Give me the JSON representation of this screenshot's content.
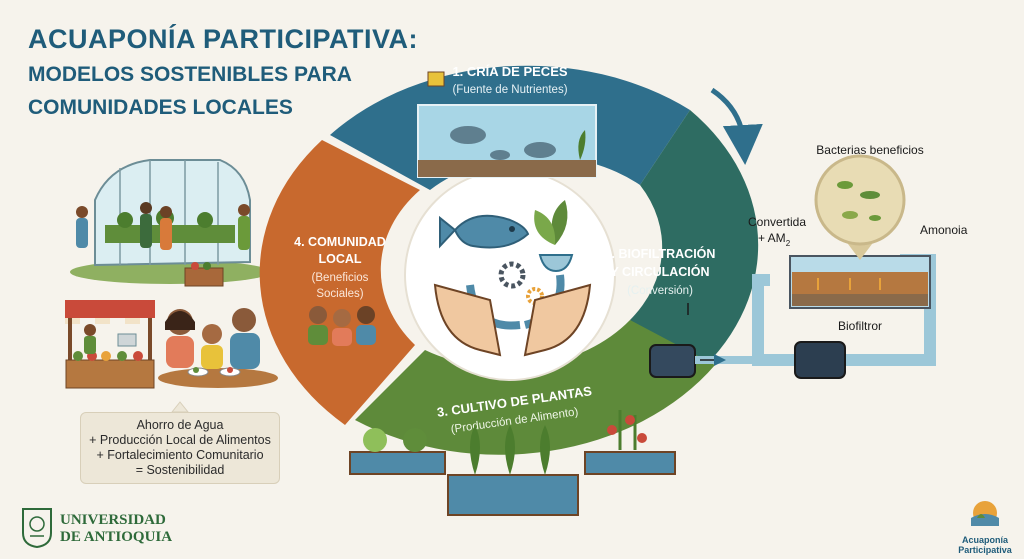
{
  "header": {
    "title_line1": "ACUAPONÍA PARTICIPATIVA:",
    "title_line2": "MODELOS SOSTENIBLES PARA",
    "title_line3": "COMUNIDADES LOCALES"
  },
  "cycle": {
    "stage1": {
      "title": "1. CRÍA DE PECES",
      "subtitle": "(Fuente de Nutrientes)",
      "color": "#2f6f8c"
    },
    "stage2": {
      "title_line1": "2. BIOFILTRACIÓN",
      "title_line2": "Y CIRCULACIÓN",
      "subtitle": "(Conversión)",
      "color": "#2e6c62"
    },
    "stage3": {
      "title": "3. CULTIVO DE PLANTAS",
      "subtitle": "(Producción de Alimento)",
      "color": "#5e8a3a"
    },
    "stage4": {
      "title_line1": "4. COMUNIDAD",
      "title_line2": "LOCAL",
      "subtitle_line1": "(Beneficios",
      "subtitle_line2": "Sociales)",
      "color": "#c8692e"
    }
  },
  "biofilter": {
    "bacteria_label": "Bacterias beneficios",
    "converted_label_line1": "Convertida",
    "converted_label_line2": "+ AM",
    "converted_sub": "2",
    "ammonia_label": "Amonoia",
    "filter_label": "Biofiltror"
  },
  "summary": {
    "line1": "Ahorro de Agua",
    "line2": "+ Producción Local de Alimentos",
    "line3": "+ Fortalecimiento Comunitario",
    "line4": "= Sostenibilidad"
  },
  "footer": {
    "university_line1": "UNIVERSIDAD",
    "university_line2": "DE ANTIOQUIA",
    "brand_line1": "Acuaponía",
    "brand_line2": "Participativa"
  }
}
